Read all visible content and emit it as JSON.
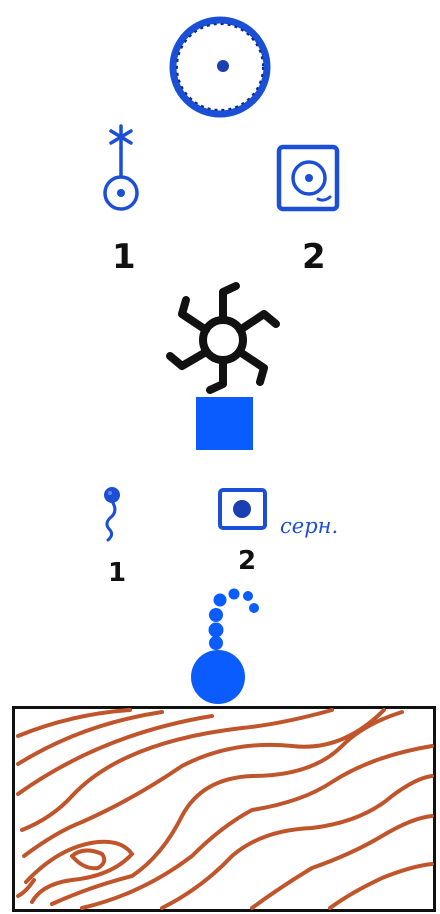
{
  "colors": {
    "blue": "#1a4fd6",
    "bright_blue": "#0a5cff",
    "black": "#111111",
    "brown": "#c0552c"
  },
  "group1": {
    "label_1": "1",
    "label_2": "2"
  },
  "group2": {
    "label_1": "1",
    "label_2": "2",
    "caption": "серн."
  }
}
